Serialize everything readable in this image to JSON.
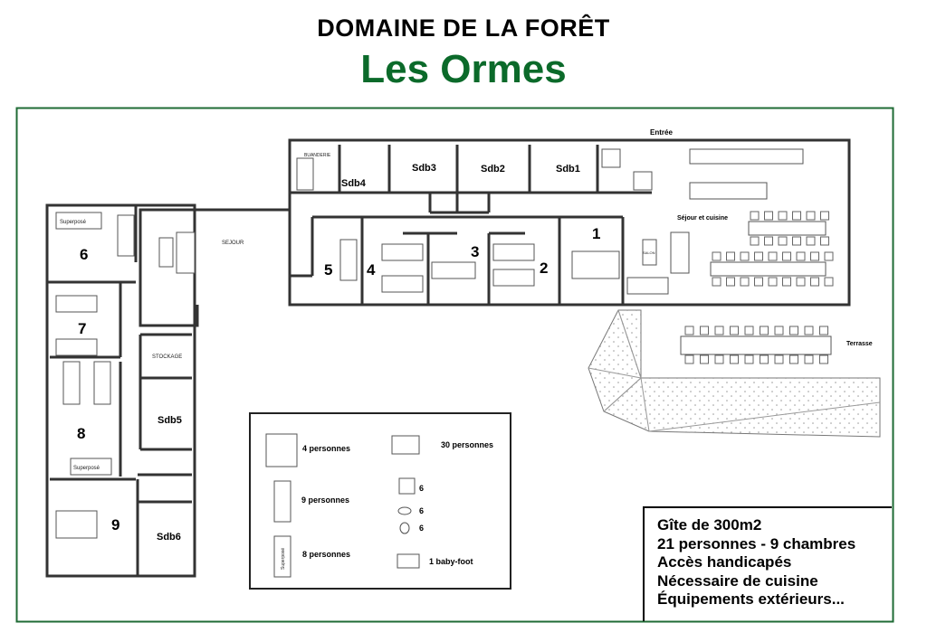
{
  "header": {
    "estate": "DOMAINE DE LA FORÊT",
    "name": "Les Ormes"
  },
  "plan": {
    "entrance": "Entrée",
    "rooms": {
      "buanderie": "BUANDERIE",
      "sdb1": "Sdb1",
      "sdb2": "Sdb2",
      "sdb3": "Sdb3",
      "sdb4": "Sdb4",
      "sdb5": "Sdb5",
      "sdb6": "Sdb6",
      "r1": "1",
      "r2": "2",
      "r3": "3",
      "r4": "4",
      "r5": "5",
      "r6": "6",
      "r7": "7",
      "r8": "8",
      "r9": "9",
      "sejour": "SEJOUR",
      "sejour_cuisine": "Séjour et cuisine",
      "salon": "SALON",
      "stockage": "STOCKAGE",
      "terrasse": "Terrasse"
    },
    "bunk_label": "Superposé"
  },
  "legend": {
    "double_bed": "4 personnes",
    "single_bed": "9 personnes",
    "bunk_bed": "8 personnes",
    "bunk_label": "Superposé",
    "table": "30 personnes",
    "shower": "6",
    "sink": "6",
    "toilet": "6",
    "babyfoot": "1 baby-foot"
  },
  "info": {
    "lines": [
      "Gîte de 300m2",
      "21 personnes - 9 chambres",
      "Accès handicapés",
      "Nécessaire de cuisine",
      "Équipements extérieurs..."
    ]
  },
  "colors": {
    "border": "#1f6b35",
    "title_green": "#0b6a2a"
  }
}
